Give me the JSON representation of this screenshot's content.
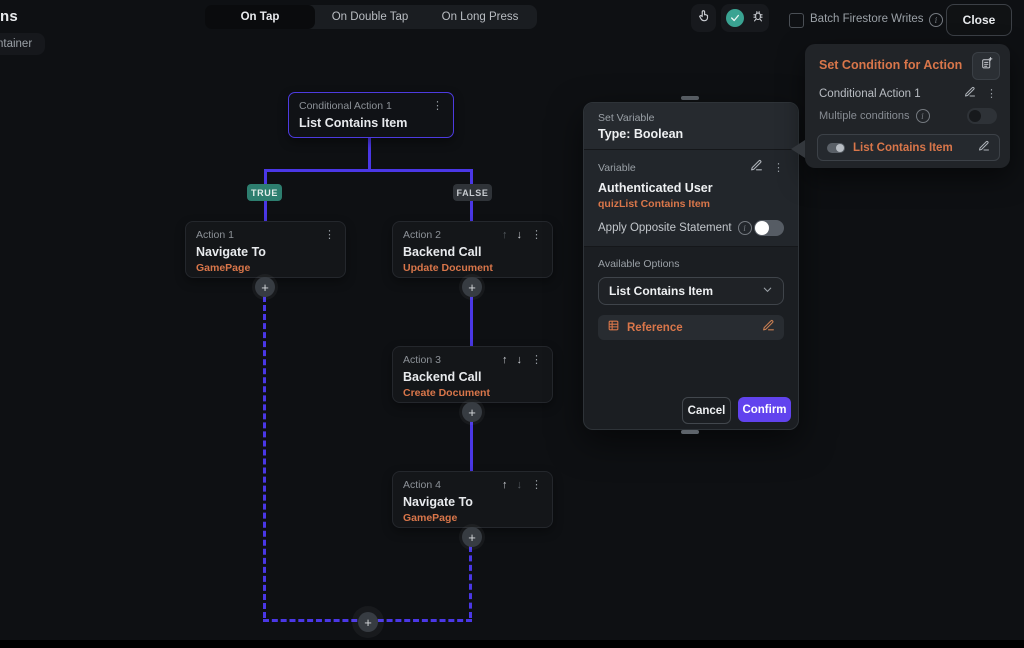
{
  "colors": {
    "accent_purple": "#4a37e6",
    "accent_orange": "#d9764a",
    "confirm_purple": "#6143ee",
    "true_badge_teal": "#2d7e6f"
  },
  "header": {
    "partial_title": "ns",
    "partial_chip": "ntainer",
    "tabs": [
      {
        "label": "On Tap"
      },
      {
        "label": "On Double Tap"
      },
      {
        "label": "On Long Press"
      }
    ],
    "active_tab": "On Tap",
    "batch_checkbox_label": "Batch Firestore Writes",
    "close_label": "Close"
  },
  "flow": {
    "conditional": {
      "label": "Conditional Action 1",
      "title": "List Contains Item"
    },
    "branch_true": "TRUE",
    "branch_false": "FALSE",
    "actions": [
      {
        "label": "Action 1",
        "title": "Navigate To",
        "subtitle": "GamePage"
      },
      {
        "label": "Action 2",
        "title": "Backend Call",
        "subtitle": "Update Document"
      },
      {
        "label": "Action 3",
        "title": "Backend Call",
        "subtitle": "Create Document"
      },
      {
        "label": "Action 4",
        "title": "Navigate To",
        "subtitle": "GamePage"
      }
    ]
  },
  "modal": {
    "section_label": "Set Variable",
    "section_title": "Type: Boolean",
    "variable_label": "Variable",
    "variable_value": "Authenticated User",
    "variable_detail": "quizList Contains Item",
    "opposite_statement_label": "Apply Opposite Statement",
    "available_options_label": "Available Options",
    "selected_option": "List Contains Item",
    "reference_label": "Reference",
    "cancel_label": "Cancel",
    "confirm_label": "Confirm"
  },
  "condition_panel": {
    "title": "Set Condition for Action",
    "action_name": "Conditional Action 1",
    "multiple_conditions_label": "Multiple conditions",
    "condition_value": "List Contains Item"
  },
  "icons": {
    "kebab": "⋮",
    "arrow_up": "↑",
    "arrow_down": "↓",
    "plus": "+",
    "info": "i",
    "chevron_down": "⌄"
  }
}
